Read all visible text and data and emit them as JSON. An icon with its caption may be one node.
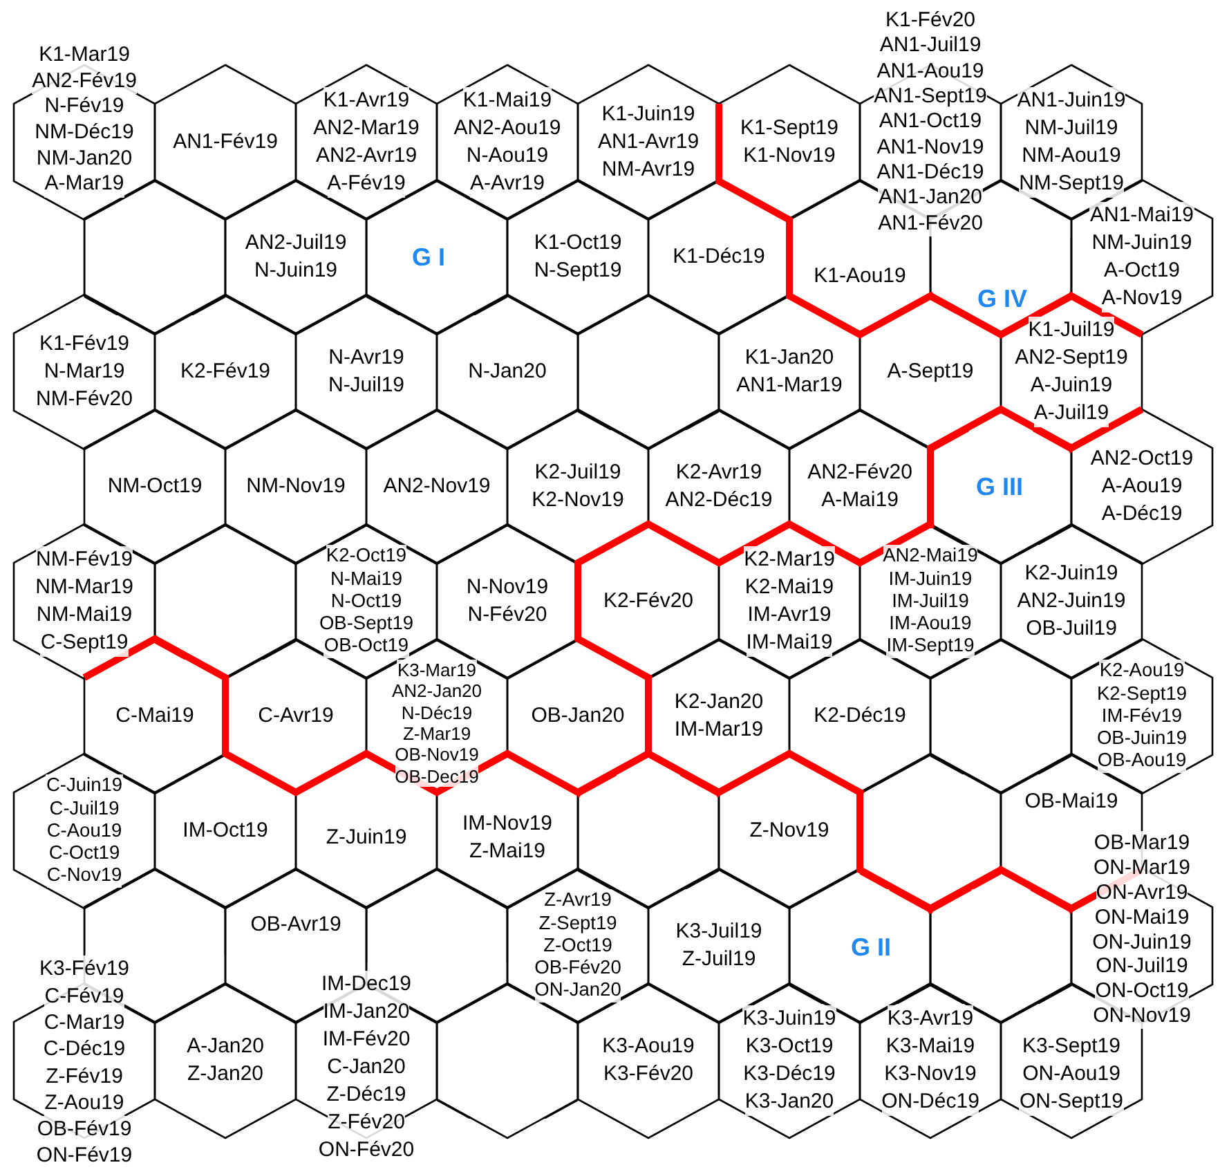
{
  "diagram": {
    "nodes": [
      {
        "text": [
          "K1-Mar19",
          "AN2-Fév19",
          "N-Fév19",
          "NM-Déc19",
          "NM-Jan20",
          "A-Mar19"
        ]
      },
      {
        "text": [
          "AN1-Fév19"
        ]
      },
      {
        "text": [
          "K1-Avr19",
          "AN2-Mar19",
          "AN2-Avr19",
          "A-Fév19"
        ]
      },
      {
        "text": [
          "K1-Mai19",
          "AN2-Aou19",
          "N-Aou19",
          "A-Avr19"
        ]
      },
      {
        "text": [
          "K1-Juin19",
          "AN1-Avr19",
          "NM-Avr19"
        ]
      },
      {
        "text": [
          "K1-Sept19",
          "K1-Nov19"
        ]
      },
      {
        "text": [
          "K1-Fév20",
          "AN1-Juil19",
          "AN1-Aou19",
          "AN1-Sept19",
          "AN1-Oct19",
          "AN1-Nov19",
          "AN1-Déc19",
          "AN1-Jan20",
          "AN1-Fév20"
        ]
      },
      {
        "text": [
          "AN1-Juin19",
          "NM-Juil19",
          "NM-Aou19",
          "NM-Sept19"
        ]
      },
      {
        "text": [],
        "shape": "hexagon"
      },
      {
        "text": [
          "AN2-Juil19",
          "N-Juin19"
        ]
      },
      {
        "text": [],
        "shape": "hexagon"
      },
      {
        "text": [
          "K1-Oct19",
          "N-Sept19"
        ]
      },
      {
        "text": [
          "K1-Déc19"
        ]
      },
      {
        "text": [
          "K1-Aou19"
        ]
      },
      {
        "text": [],
        "shape": "hexagon"
      },
      {
        "text": [
          "AN1-Mai19",
          "NM-Juin19",
          "A-Oct19",
          "A-Nov19"
        ]
      },
      {
        "text": [
          "K1-Fév19",
          "N-Mar19",
          "NM-Fév20"
        ]
      },
      {
        "text": [
          "K2-Fév19"
        ]
      },
      {
        "text": [
          "N-Avr19",
          "N-Juil19"
        ]
      },
      {
        "text": [
          "N-Jan20"
        ]
      },
      {
        "text": [],
        "shape": "hexagon"
      },
      {
        "text": [
          "K1-Jan20",
          "AN1-Mar19"
        ]
      },
      {
        "text": [
          "A-Sept19"
        ]
      },
      {
        "text": [
          "K1-Juil19",
          "AN2-Sept19",
          "A-Juin19",
          "A-Juil19"
        ]
      },
      {
        "text": [
          "NM-Oct19"
        ]
      },
      {
        "text": [
          "NM-Nov19"
        ]
      },
      {
        "text": [
          "AN2-Nov19"
        ]
      },
      {
        "text": [
          "K2-Juil19",
          "K2-Nov19"
        ]
      },
      {
        "text": [
          "K2-Avr19",
          "AN2-Déc19"
        ]
      },
      {
        "text": [
          "AN2-Fév20",
          "A-Mai19"
        ]
      },
      {
        "text": [],
        "shape": "hexagon"
      },
      {
        "text": [
          "AN2-Oct19",
          "A-Aou19",
          "A-Déc19"
        ]
      },
      {
        "text": [
          "NM-Fév19",
          "NM-Mar19",
          "NM-Mai19",
          "C-Sept19"
        ]
      },
      {
        "text": [],
        "shape": "hexagon"
      },
      {
        "text": [
          "K2-Oct19",
          "N-Mai19",
          "N-Oct19",
          "OB-Sept19",
          "OB-Oct19"
        ]
      },
      {
        "text": [
          "N-Nov19",
          "N-Fév20"
        ]
      },
      {
        "text": [
          "K2-Fév20"
        ]
      },
      {
        "text": [
          "K2-Mar19",
          "K2-Mai19",
          "IM-Avr19",
          "IM-Mai19"
        ]
      },
      {
        "text": [
          "AN2-Mai19",
          "IM-Juin19",
          "IM-Juil19",
          "IM-Aou19",
          "IM-Sept19"
        ]
      },
      {
        "text": [
          "K2-Juin19",
          "AN2-Juin19",
          "OB-Juil19"
        ]
      },
      {
        "text": [
          "C-Mai19"
        ]
      },
      {
        "text": [
          "C-Avr19"
        ]
      },
      {
        "text": [
          "K3-Mar19",
          "AN2-Jan20",
          "N-Déc19",
          "Z-Mar19",
          "OB-Nov19",
          "OB-Dec19"
        ]
      },
      {
        "text": [
          "OB-Jan20"
        ]
      },
      {
        "text": [
          "K2-Jan20",
          "IM-Mar19"
        ]
      },
      {
        "text": [
          "K2-Déc19"
        ]
      },
      {
        "text": [],
        "shape": "hexagon"
      },
      {
        "text": [
          "K2-Aou19",
          "K2-Sept19",
          "IM-Fév19",
          "OB-Juin19",
          "OB-Aou19"
        ]
      },
      {
        "text": [
          "C-Juin19",
          "C-Juil19",
          "C-Aou19",
          "C-Oct19",
          "C-Nov19"
        ]
      },
      {
        "text": [
          "IM-Oct19"
        ]
      },
      {
        "text": [
          "Z-Juin19"
        ]
      },
      {
        "text": [
          "IM-Nov19",
          "Z-Mai19"
        ]
      },
      {
        "text": [],
        "shape": "hexagon"
      },
      {
        "text": [
          "Z-Nov19"
        ]
      },
      {
        "text": [],
        "shape": "hexagon"
      },
      {
        "text": [
          "OB-Mai19"
        ]
      },
      {
        "text": [],
        "shape": "hexagon"
      },
      {
        "text": [
          "OB-Avr19"
        ]
      },
      {
        "text": [],
        "shape": "hexagon"
      },
      {
        "text": [
          "Z-Avr19",
          "Z-Sept19",
          "Z-Oct19",
          "OB-Fév20",
          "ON-Jan20"
        ]
      },
      {
        "text": [
          "K3-Juil19",
          "Z-Juil19"
        ]
      },
      {
        "text": [],
        "shape": "hexagon"
      },
      {
        "text": [],
        "shape": "hexagon"
      },
      {
        "text": [
          "OB-Mar19",
          "ON-Mar19",
          "ON-Avr19",
          "ON-Mai19",
          "ON-Juin19",
          "ON-Juil19",
          "ON-Oct19",
          "ON-Nov19"
        ]
      },
      {
        "text": [
          "K3-Fév19",
          "C-Fév19",
          "C-Mar19",
          "C-Déc19",
          "Z-Fév19",
          "Z-Aou19",
          "OB-Fév19",
          "ON-Fév19"
        ]
      },
      {
        "text": [
          "A-Jan20",
          "Z-Jan20"
        ]
      },
      {
        "text": [
          "IM-Dec19",
          "IM-Jan20",
          "IM-Fév20",
          "C-Jan20",
          "Z-Déc19",
          "Z-Fév20",
          "ON-Fév20"
        ]
      },
      {
        "text": [],
        "shape": "hexagon"
      },
      {
        "text": [
          "K3-Aou19",
          "K3-Fév20"
        ]
      },
      {
        "text": [
          "K3-Juin19",
          "K3-Oct19",
          "K3-Déc19",
          "K3-Jan20"
        ]
      },
      {
        "text": [
          "K3-Avr19",
          "K3-Mai19",
          "K3-Nov19",
          "ON-Déc19"
        ]
      },
      {
        "text": [
          "K3-Sept19",
          "ON-Aou19",
          "ON-Sept19"
        ]
      }
    ],
    "labels": [
      "G I",
      "G IV",
      "G III",
      "G II"
    ]
  }
}
